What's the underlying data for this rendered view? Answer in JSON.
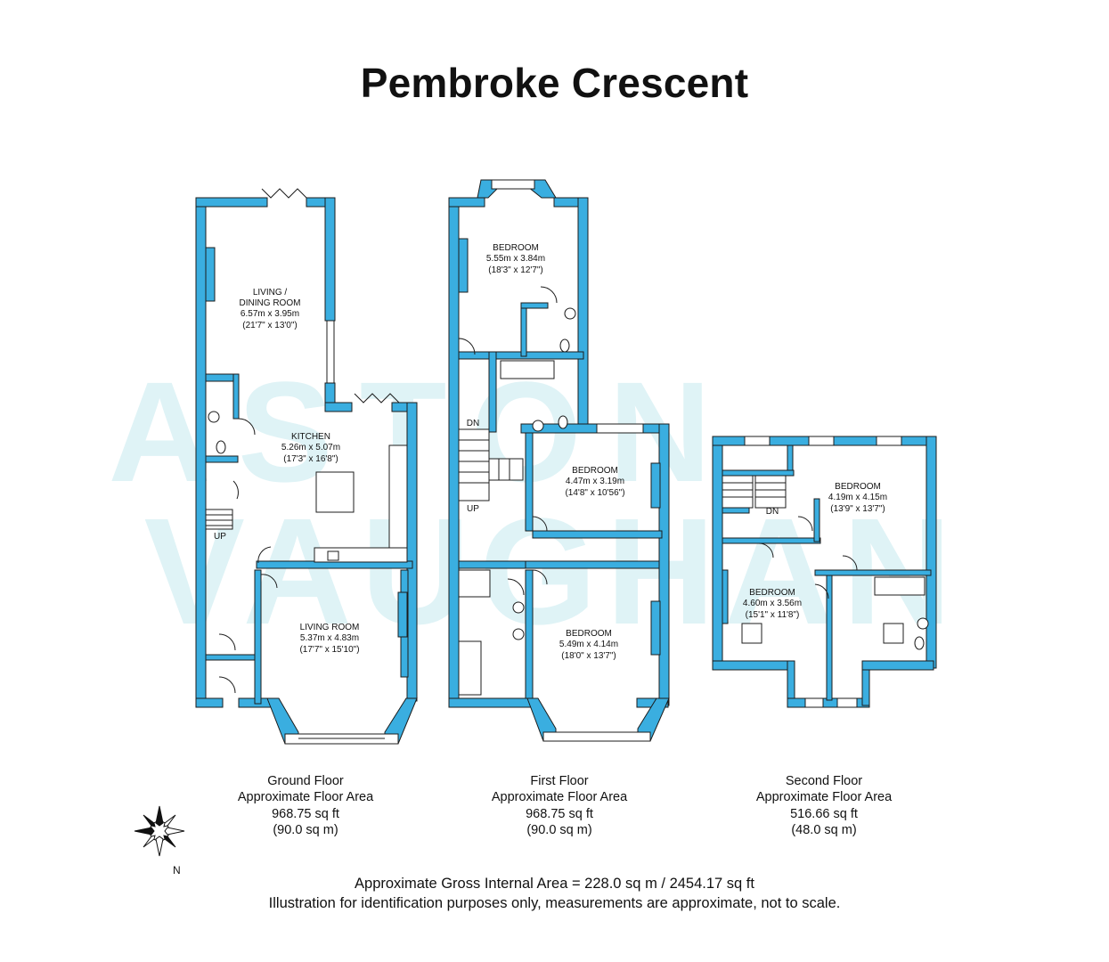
{
  "title": "Pembroke Crescent",
  "watermark": {
    "line1": "ASTON",
    "line2": "VAUGHAN",
    "color": "#dff3f6"
  },
  "colors": {
    "wall": "#3aaee0",
    "outline": "#1c1c1c",
    "fixture": "#333333"
  },
  "floors": [
    {
      "name": "Ground Floor",
      "area_label": "Approximate Floor Area",
      "sqft": "968.75 sq ft",
      "sqm": "(90.0 sq m)",
      "rooms": [
        {
          "name": "LIVING /",
          "name2": "DINING ROOM",
          "metric": "6.57m x 3.95m",
          "imperial": "(21'7\" x 13'0\")"
        },
        {
          "name": "KITCHEN",
          "metric": "5.26m x 5.07m",
          "imperial": "(17'3\" x 16'8\")"
        },
        {
          "name": "LIVING ROOM",
          "metric": "5.37m x 4.83m",
          "imperial": "(17'7\" x 15'10\")"
        }
      ],
      "stair_label": "UP"
    },
    {
      "name": "First Floor",
      "area_label": "Approximate Floor Area",
      "sqft": "968.75 sq ft",
      "sqm": "(90.0 sq m)",
      "rooms": [
        {
          "name": "BEDROOM",
          "metric": "5.55m x 3.84m",
          "imperial": "(18'3\" x 12'7\")"
        },
        {
          "name": "BEDROOM",
          "metric": "4.47m x 3.19m",
          "imperial": "(14'8\" x 10'56\")"
        },
        {
          "name": "BEDROOM",
          "metric": "5.49m x 4.14m",
          "imperial": "(18'0\" x 13'7\")"
        }
      ],
      "stair_labels": [
        "DN",
        "UP"
      ]
    },
    {
      "name": "Second Floor",
      "area_label": "Approximate Floor Area",
      "sqft": "516.66 sq ft",
      "sqm": "(48.0 sq m)",
      "rooms": [
        {
          "name": "BEDROOM",
          "metric": "4.19m x 4.15m",
          "imperial": "(13'9\" x 13'7\")"
        },
        {
          "name": "BEDROOM",
          "metric": "4.60m x 3.56m",
          "imperial": "(15'1\" x 11'8\")"
        }
      ],
      "stair_label": "DN"
    }
  ],
  "compass": {
    "north": "N"
  },
  "footer": {
    "gross_area": "Approximate Gross Internal Area = 228.0 sq m / 2454.17 sq ft",
    "disclaimer": "Illustration for identification purposes only, measurements are approximate, not to scale."
  }
}
